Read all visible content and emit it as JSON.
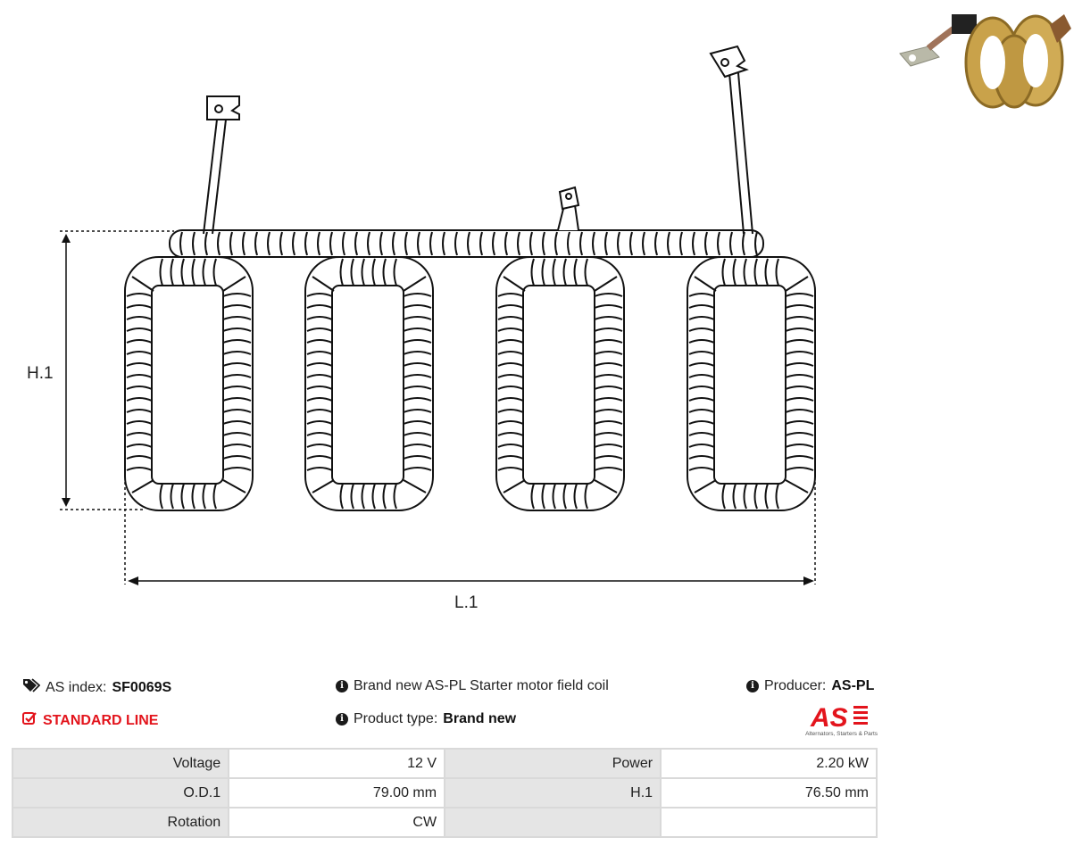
{
  "dimensions": {
    "height_label": "H.1",
    "length_label": "L.1"
  },
  "info": {
    "index_label": "AS index:",
    "index_value": "SF0069S",
    "line_label": "STANDARD LINE",
    "description": "Brand new AS-PL Starter motor field coil",
    "type_label": "Product type:",
    "type_value": "Brand new",
    "producer_label": "Producer:",
    "producer_value": "AS-PL",
    "logo_text": "AS",
    "logo_tagline": "Alternators, Starters & Parts"
  },
  "specs": [
    [
      "Voltage",
      "12 V",
      "Power",
      "2.20 kW"
    ],
    [
      "O.D.1",
      "79.00 mm",
      "H.1",
      "76.50 mm"
    ],
    [
      "Rotation",
      "CW",
      "",
      ""
    ]
  ],
  "colors": {
    "accent": "#e3141c",
    "table_key_bg": "#e5e5e5",
    "table_border": "#d9d9d9"
  }
}
